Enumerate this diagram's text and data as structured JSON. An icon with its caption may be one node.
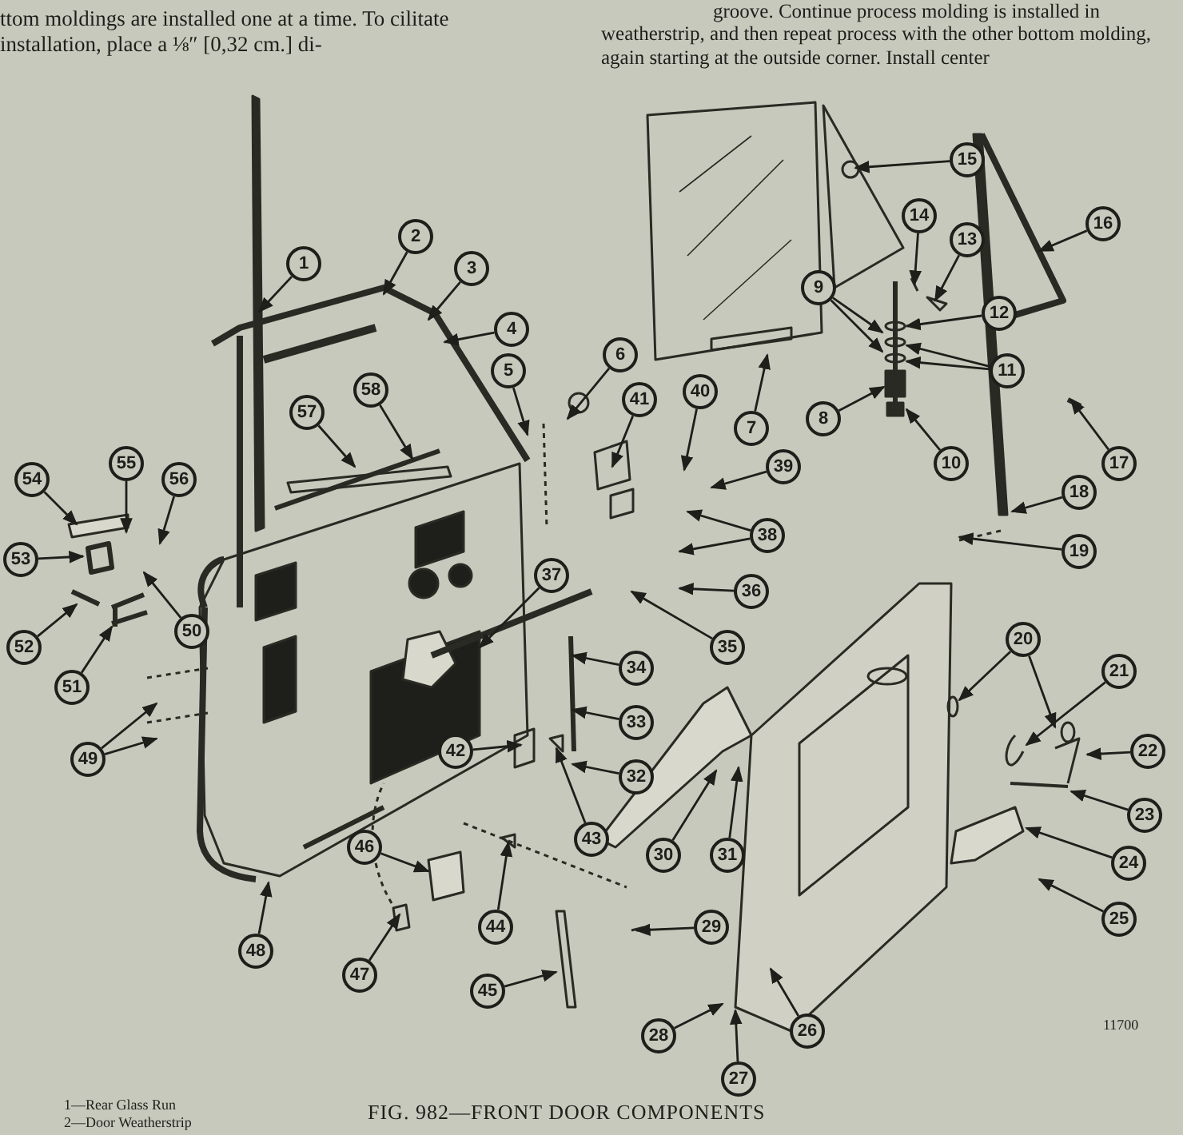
{
  "diagram": {
    "caption": "FIG. 982—FRONT DOOR COMPONENTS",
    "nodes": [
      {
        "text": [
          "1"
        ]
      },
      {
        "text": [
          "2"
        ]
      },
      {
        "text": [
          "3"
        ]
      },
      {
        "text": [
          "4"
        ]
      },
      {
        "text": [
          "5"
        ]
      },
      {
        "text": [
          "6"
        ]
      },
      {
        "text": [
          "7"
        ]
      },
      {
        "text": [
          "8"
        ]
      },
      {
        "text": [
          "9"
        ]
      },
      {
        "text": [
          "10"
        ]
      },
      {
        "text": [
          "11"
        ]
      },
      {
        "text": [
          "12"
        ]
      },
      {
        "text": [
          "13"
        ]
      },
      {
        "text": [
          "14"
        ]
      },
      {
        "text": [
          "15"
        ]
      },
      {
        "text": [
          "16"
        ]
      },
      {
        "text": [
          "17"
        ]
      },
      {
        "text": [
          "18"
        ]
      },
      {
        "text": [
          "19"
        ]
      },
      {
        "text": [
          "20"
        ]
      },
      {
        "text": [
          "21"
        ]
      },
      {
        "text": [
          "22"
        ]
      },
      {
        "text": [
          "23"
        ]
      },
      {
        "text": [
          "24"
        ]
      },
      {
        "text": [
          "25"
        ]
      },
      {
        "text": [
          "26"
        ]
      },
      {
        "text": [
          "27"
        ]
      },
      {
        "text": [
          "28"
        ]
      },
      {
        "text": [
          "29"
        ]
      },
      {
        "text": [
          "30"
        ]
      },
      {
        "text": [
          "31"
        ]
      },
      {
        "text": [
          "32"
        ]
      },
      {
        "text": [
          "33"
        ]
      },
      {
        "text": [
          "34"
        ]
      },
      {
        "text": [
          "35"
        ]
      },
      {
        "text": [
          "36"
        ]
      },
      {
        "text": [
          "37"
        ]
      },
      {
        "text": [
          "38"
        ]
      },
      {
        "text": [
          "39"
        ]
      },
      {
        "text": [
          "40"
        ]
      },
      {
        "text": [
          "41"
        ]
      },
      {
        "text": [
          "42"
        ]
      },
      {
        "text": [
          "43"
        ]
      },
      {
        "text": [
          "44"
        ]
      },
      {
        "text": [
          "45"
        ]
      },
      {
        "text": [
          "46"
        ]
      },
      {
        "text": [
          "47"
        ]
      },
      {
        "text": [
          "48"
        ]
      },
      {
        "text": [
          "49"
        ]
      },
      {
        "text": [
          "50"
        ]
      },
      {
        "text": [
          "51"
        ]
      },
      {
        "text": [
          "52"
        ]
      },
      {
        "text": [
          "53"
        ]
      },
      {
        "text": [
          "54"
        ]
      },
      {
        "text": [
          "55"
        ]
      },
      {
        "text": [
          "56"
        ]
      },
      {
        "text": [
          "57"
        ]
      },
      {
        "text": [
          "58"
        ]
      }
    ],
    "edges": [
      {
        "from": 0,
        "to": null,
        "arrow": "to"
      },
      {
        "from": 1,
        "to": null,
        "arrow": "to"
      },
      {
        "from": 2,
        "to": null,
        "arrow": "to"
      },
      {
        "from": 3,
        "to": null,
        "arrow": "to"
      },
      {
        "from": 4,
        "to": null,
        "arrow": "to"
      },
      {
        "from": 5,
        "to": null,
        "arrow": "to"
      },
      {
        "from": 6,
        "to": null,
        "arrow": "to"
      },
      {
        "from": 7,
        "to": null,
        "arrow": "to"
      },
      {
        "from": 8,
        "to": null,
        "arrow": "to"
      },
      {
        "from": 8,
        "to": null,
        "arrow": "to"
      },
      {
        "from": 9,
        "to": null,
        "arrow": "to"
      },
      {
        "from": 10,
        "to": null,
        "arrow": "to"
      },
      {
        "from": 10,
        "to": null,
        "arrow": "to"
      },
      {
        "from": 11,
        "to": null,
        "arrow": "to"
      },
      {
        "from": 12,
        "to": null,
        "arrow": "to"
      },
      {
        "from": 13,
        "to": null,
        "arrow": "to"
      },
      {
        "from": 14,
        "to": null,
        "arrow": "to"
      },
      {
        "from": 15,
        "to": null,
        "arrow": "to"
      },
      {
        "from": 16,
        "to": null,
        "arrow": "to"
      },
      {
        "from": 17,
        "to": null,
        "arrow": "to"
      },
      {
        "from": 18,
        "to": null,
        "arrow": "to"
      },
      {
        "from": 19,
        "to": null,
        "arrow": "to"
      },
      {
        "from": 19,
        "to": null,
        "arrow": "to"
      },
      {
        "from": 20,
        "to": null,
        "arrow": "to"
      },
      {
        "from": 21,
        "to": null,
        "arrow": "to"
      },
      {
        "from": 22,
        "to": null,
        "arrow": "to"
      },
      {
        "from": 23,
        "to": null,
        "arrow": "to"
      },
      {
        "from": 24,
        "to": null,
        "arrow": "to"
      },
      {
        "from": 25,
        "to": null,
        "arrow": "to"
      },
      {
        "from": 26,
        "to": null,
        "arrow": "to"
      },
      {
        "from": 27,
        "to": null,
        "arrow": "to"
      },
      {
        "from": 28,
        "to": null,
        "arrow": "to"
      },
      {
        "from": 29,
        "to": null,
        "arrow": "to"
      },
      {
        "from": 30,
        "to": null,
        "arrow": "to"
      },
      {
        "from": 31,
        "to": null,
        "arrow": "to"
      },
      {
        "from": 32,
        "to": null,
        "arrow": "to"
      },
      {
        "from": 33,
        "to": null,
        "arrow": "to"
      },
      {
        "from": 34,
        "to": null,
        "arrow": "to"
      },
      {
        "from": 35,
        "to": null,
        "arrow": "to"
      },
      {
        "from": 36,
        "to": null,
        "arrow": "to"
      },
      {
        "from": 37,
        "to": null,
        "arrow": "to"
      },
      {
        "from": 37,
        "to": null,
        "arrow": "to"
      },
      {
        "from": 38,
        "to": null,
        "arrow": "to"
      },
      {
        "from": 39,
        "to": null,
        "arrow": "to"
      },
      {
        "from": 40,
        "to": null,
        "arrow": "to"
      },
      {
        "from": 41,
        "to": null,
        "arrow": "to"
      },
      {
        "from": 42,
        "to": null,
        "arrow": "to"
      },
      {
        "from": 43,
        "to": null,
        "arrow": "to"
      },
      {
        "from": 44,
        "to": null,
        "arrow": "to"
      },
      {
        "from": 45,
        "to": null,
        "arrow": "to"
      },
      {
        "from": 46,
        "to": null,
        "arrow": "to"
      },
      {
        "from": 47,
        "to": null,
        "arrow": "to"
      },
      {
        "from": 48,
        "to": null,
        "arrow": "to"
      },
      {
        "from": 48,
        "to": null,
        "arrow": "to"
      },
      {
        "from": 49,
        "to": null,
        "arrow": "to"
      },
      {
        "from": 50,
        "to": null,
        "arrow": "to"
      },
      {
        "from": 51,
        "to": null,
        "arrow": "to"
      },
      {
        "from": 52,
        "to": null,
        "arrow": "to"
      },
      {
        "from": 53,
        "to": null,
        "arrow": "to"
      },
      {
        "from": 54,
        "to": null,
        "arrow": "to"
      },
      {
        "from": 55,
        "to": null,
        "arrow": "to"
      },
      {
        "from": 56,
        "to": null,
        "arrow": "to"
      },
      {
        "from": 57,
        "to": null,
        "arrow": "to"
      }
    ],
    "labels": [
      "ttom moldings are installed one at a time. To cilitate installation, place a ⅛″ [0,32 cm.] di-",
      "groove. Continue process molding is installed in weatherstrip, and then repeat process with the other bottom molding, again starting at the outside corner. Install center",
      "11700",
      "1—Rear Glass Run",
      "2—Door Weatherstrip"
    ]
  }
}
